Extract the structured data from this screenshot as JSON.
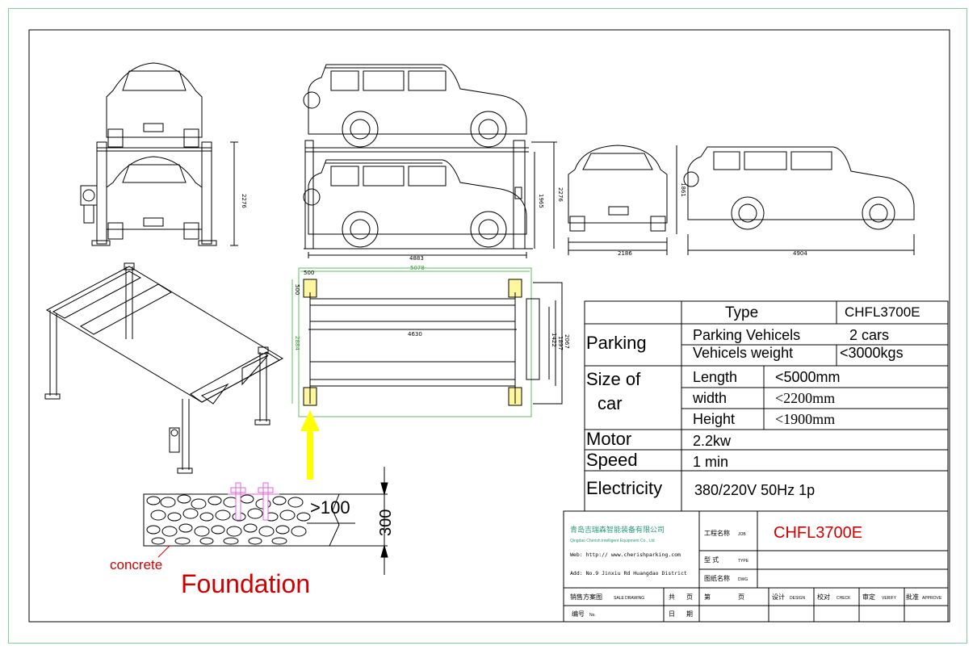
{
  "dims": {
    "front_height": "2276",
    "side_top_width": "4883",
    "side_height_a": "1965",
    "side_height_b": "2276",
    "car_front_height": "1861",
    "car_front_width": "2186",
    "car_side_length": "4904",
    "plan_offset": "500",
    "plan_total": "5078",
    "plan_side": "500",
    "plan_length": "4630",
    "plan_width": "2884",
    "plan_w1": "1422",
    "plan_w2": "1897",
    "plan_w3": "2067"
  },
  "foundation": {
    "depth_label": ">100",
    "thickness_label": "300",
    "material_label": "concrete",
    "title": "Foundation"
  },
  "spec": {
    "type_label": "Type",
    "type_value": "CHFL3700E",
    "parking_label": "Parking",
    "parking_vehicles_label": "Parking Vehicels",
    "parking_vehicles_value": "2 cars",
    "vehicles_weight_label": "Vehicels weight",
    "vehicles_weight_value": "<3000kgs",
    "size_label_1": "Size  of",
    "size_label_2": "car",
    "length_label": "Length",
    "length_value": "<5000mm",
    "width_label": "width",
    "width_value": "<2200mm",
    "height_label": "Height",
    "height_value": "<1900mm",
    "motor_label": "Motor",
    "motor_value": "2.2kw",
    "speed_label": "Speed",
    "speed_value": "1 min",
    "electricity_label": "Electricity",
    "electricity_value": "380/220V  50Hz  1p"
  },
  "titleblock": {
    "company_cn": "青岛吉瑞森智能装备有限公司",
    "company_en": "Qingdao Cherish Intelligent Equipment  Co., Ltd",
    "web": "Web: http:// www.cherishparking.com",
    "address": "Add: No.9 Jinxiu Rd Huangdao District",
    "project_cn": "工程名称",
    "project_en": "JOB",
    "project_value": "CHFL3700E",
    "type_cn": "型   式",
    "type_en": "TYPE",
    "drawing_cn": "图纸名称",
    "drawing_en": "DWG",
    "sale_cn": "销售方案图",
    "sale_en": "SALE DRAWING",
    "total_cn": "共",
    "page_cn": "页",
    "no_cn": "第",
    "page2_cn": "页",
    "design_cn": "设计",
    "design_en": "DESIGN",
    "check_cn": "校对",
    "check_en": "CHECK",
    "verify_cn": "审定",
    "verify_en": "VERIFY",
    "approve_cn": "批准",
    "approve_en": "APPROVE",
    "number_cn": "编号",
    "number_en": "No.",
    "date_cn": "日",
    "date2_cn": "期"
  }
}
